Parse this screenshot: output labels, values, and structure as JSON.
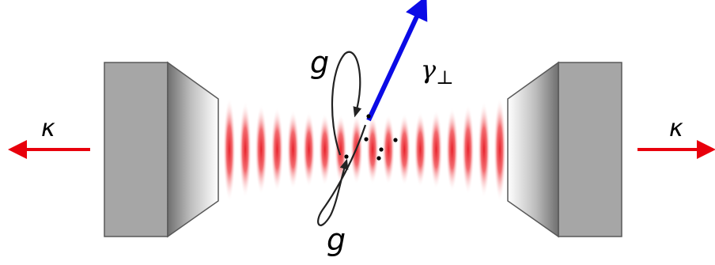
{
  "labels": {
    "kappa_left": "κ",
    "kappa_right": "κ",
    "g_top": "g",
    "g_bottom": "g",
    "gamma_symbol": "γ",
    "gamma_subscript": "⊥"
  },
  "colors": {
    "mirror_body": "#a6a6a6",
    "mirror_edge": "#595959",
    "cavity_field": "#e8202a",
    "loss_arrow": "#e8000c",
    "decay_arrow": "#0b0be6",
    "outline": "#000000"
  },
  "icons": {
    "left_mirror": "cavity-mirror",
    "right_mirror": "cavity-mirror",
    "standing_wave": "standing-wave-field",
    "atoms": "atom-dots"
  },
  "atoms_count": 6
}
